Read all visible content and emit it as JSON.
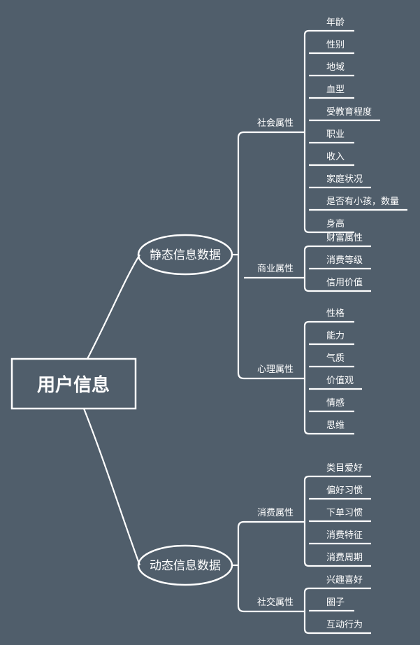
{
  "root": {
    "label": "用户信息"
  },
  "branches": [
    {
      "label": "静态信息数据",
      "groups": [
        {
          "label": "社会属性",
          "items": [
            "年龄",
            "性别",
            "地域",
            "血型",
            "受教育程度",
            "职业",
            "收入",
            "家庭状况",
            "是否有小孩，数量",
            "身高"
          ]
        },
        {
          "label": "商业属性",
          "items": [
            "财富属性",
            "消费等级",
            "信用价值"
          ]
        },
        {
          "label": "心理属性",
          "items": [
            "性格",
            "能力",
            "气质",
            "价值观",
            "情感",
            "思维"
          ]
        }
      ]
    },
    {
      "label": "动态信息数据",
      "groups": [
        {
          "label": "消费属性",
          "items": [
            "类目爱好",
            "偏好习惯",
            "下单习惯",
            "消费特征",
            "消费周期"
          ]
        },
        {
          "label": "社交属性",
          "items": [
            "兴趣喜好",
            "圈子",
            "互动行为"
          ]
        }
      ]
    }
  ],
  "colors": {
    "background": "#505e6b",
    "line": "#ffffff",
    "text": "#ffffff"
  }
}
